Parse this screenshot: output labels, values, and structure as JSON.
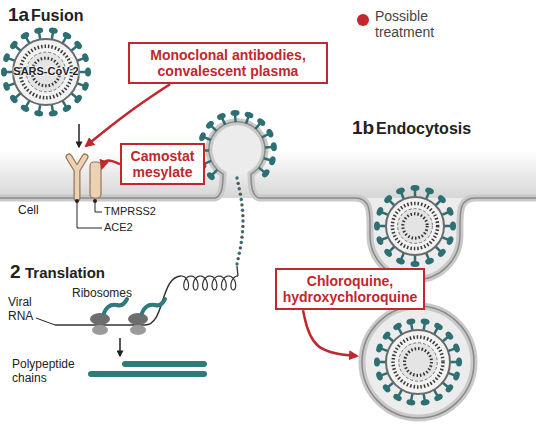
{
  "diagram": {
    "nodes": [
      {
        "text": [
          "Monoclonal antibodies, convalescent plasma"
        ]
      },
      {
        "text": [
          "Camostat mesylate"
        ]
      },
      {
        "text": [
          "Chloroquine, hydroxychloroquine"
        ]
      }
    ],
    "labels": [
      "1a",
      "Fusion",
      "SARS-CoV-2",
      "Cell",
      "TMPRSS2",
      "ACE2",
      "1b",
      "Endocytosis",
      "2",
      "Translation",
      "Viral RNA",
      "Ribosomes",
      "Polypeptide chains"
    ],
    "legend": [
      {
        "text": "Possible treatment",
        "color": "#c1272d"
      }
    ]
  }
}
